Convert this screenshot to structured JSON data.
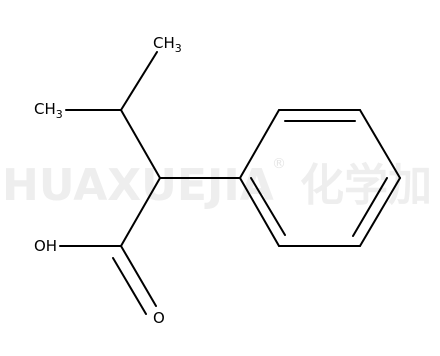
{
  "molecule": {
    "atoms": {
      "ch3_top": {
        "main": "CH",
        "sub": "3"
      },
      "ch3_left": {
        "main": "CH",
        "sub": "3"
      },
      "hydroxyl": {
        "main": "OH"
      },
      "carbonyl_oxygen": {
        "main": "O"
      }
    }
  },
  "watermark": {
    "text": "HUAXUEJIA",
    "registered": "®",
    "cjk": "化学加"
  },
  "colors": {
    "bond": "#000000",
    "text": "#000000",
    "watermark": "#eeeeee",
    "background": "#ffffff"
  }
}
